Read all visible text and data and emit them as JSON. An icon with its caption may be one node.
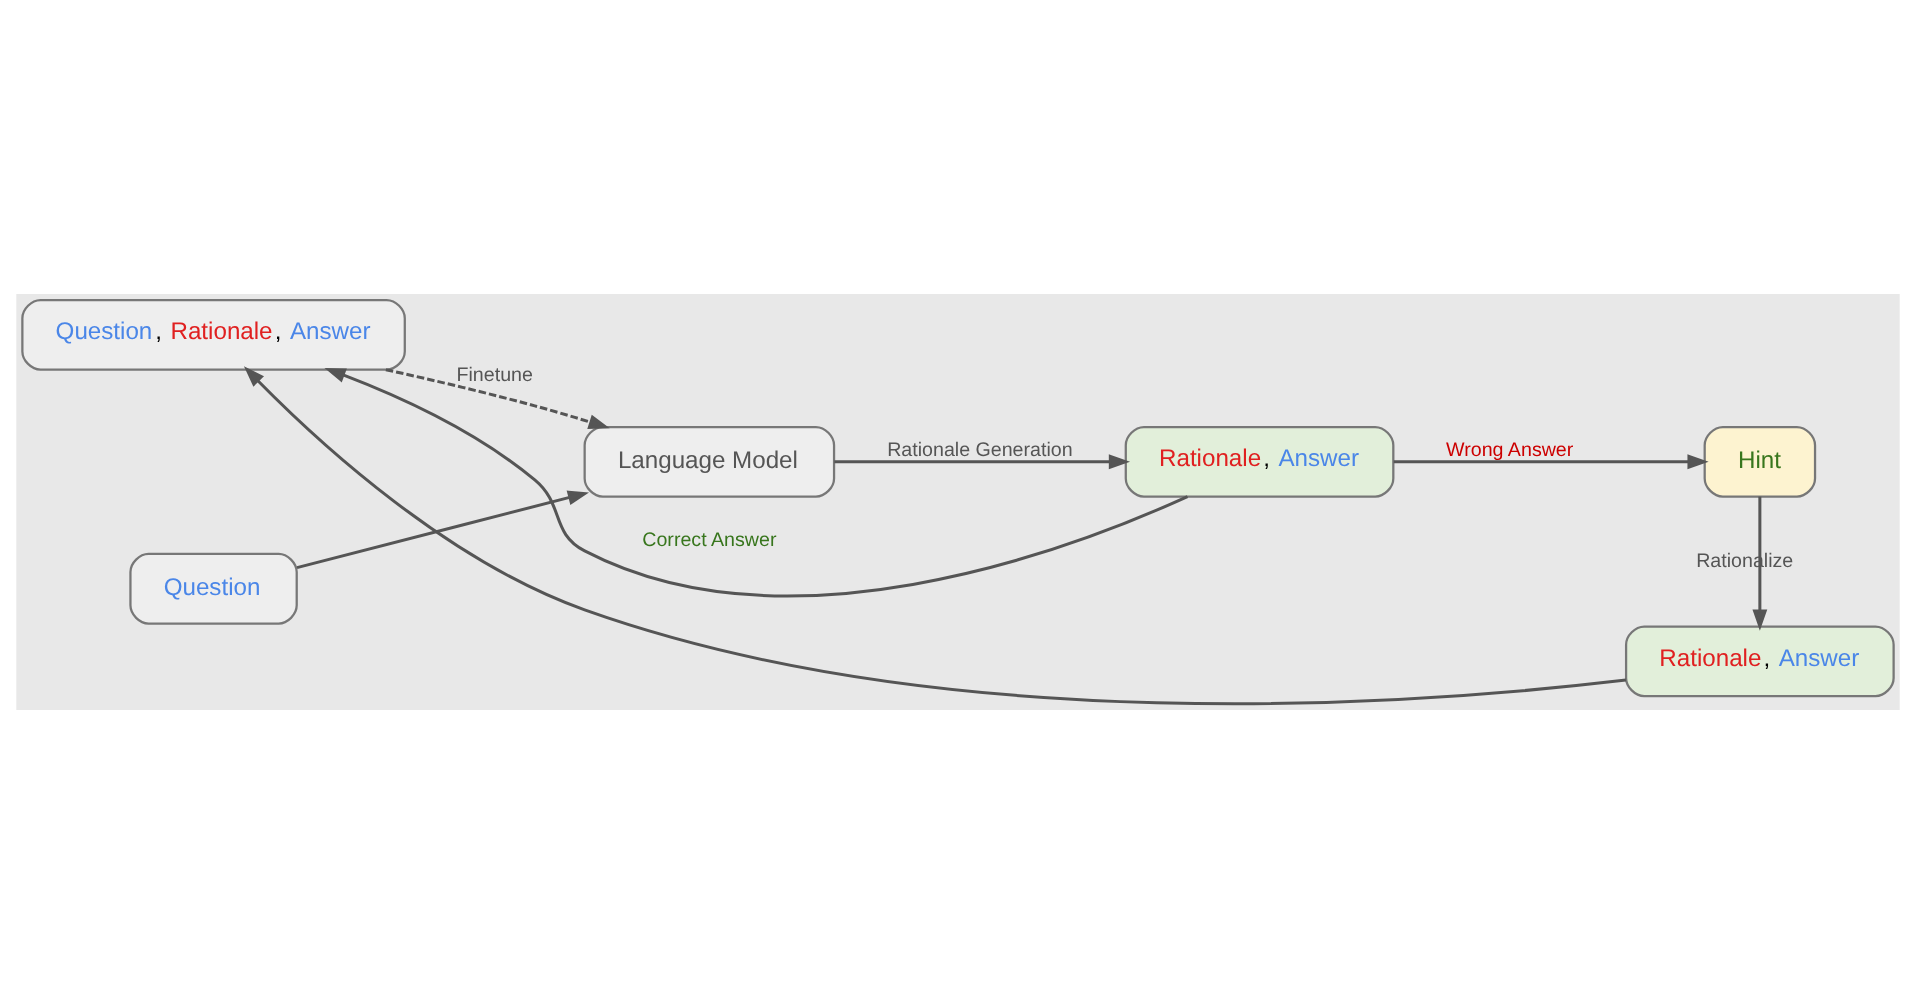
{
  "diagram": {
    "nodes": [
      {
        "text": [
          "Question, Rationale, Answer"
        ]
      },
      {
        "text": [
          "Question"
        ]
      },
      {
        "text": [
          "Language Model"
        ]
      },
      {
        "text": [
          "Rationale, Answer"
        ]
      },
      {
        "text": [
          "Rationale, Answer"
        ]
      },
      {
        "text": [
          "Hint"
        ]
      }
    ],
    "edges": [
      {
        "from": 0,
        "to": 2,
        "arrow": "to",
        "label": "Finetune",
        "style": "dashed"
      },
      {
        "from": 1,
        "to": 2,
        "arrow": "to"
      },
      {
        "from": 2,
        "to": 3,
        "arrow": "to",
        "label": "Rationale Generation"
      },
      {
        "from": 3,
        "to": 0,
        "arrow": "to",
        "label": "Correct Answer"
      },
      {
        "from": 3,
        "to": 5,
        "arrow": "to",
        "label": "Wrong Answer"
      },
      {
        "from": 5,
        "to": 4,
        "arrow": "to",
        "label": "Rationalize"
      },
      {
        "from": 4,
        "to": 0,
        "arrow": "to"
      }
    ]
  }
}
